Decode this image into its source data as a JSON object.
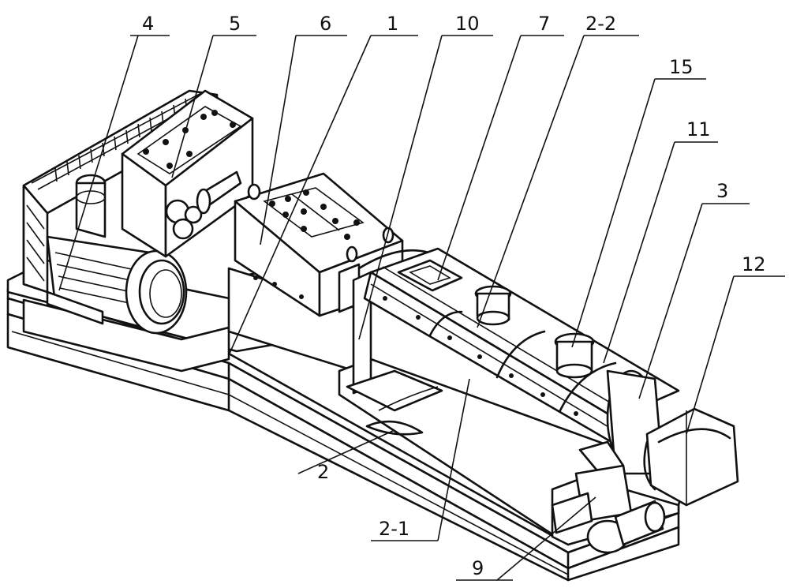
{
  "labels": {
    "l4": "4",
    "l5": "5",
    "l6": "6",
    "l1": "1",
    "l10": "10",
    "l7": "7",
    "l2_2": "2-2",
    "l15": "15",
    "l11": "11",
    "l3": "3",
    "l12": "12",
    "l2": "2",
    "l2_1": "2-1",
    "l9": "9"
  }
}
